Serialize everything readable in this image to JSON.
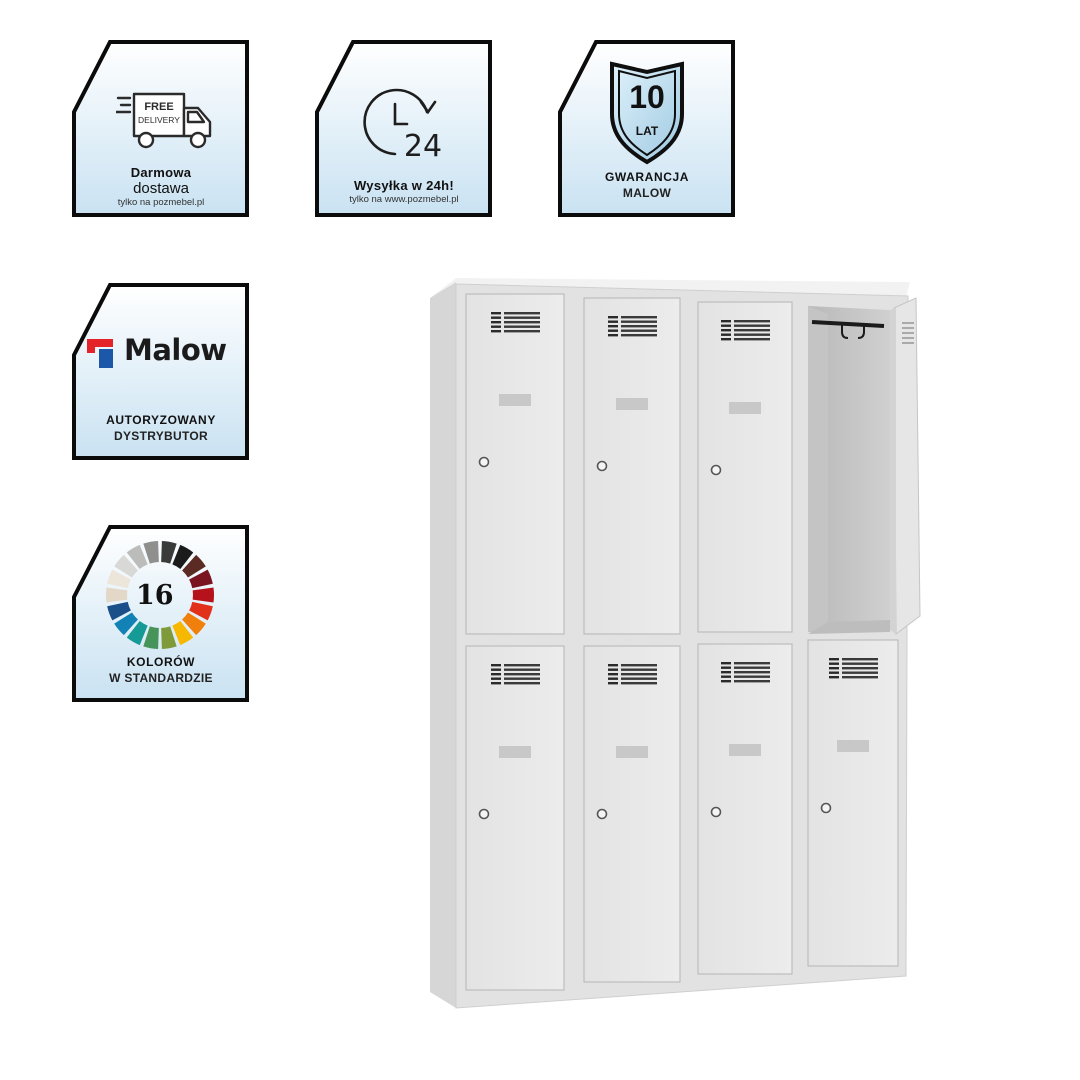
{
  "badges": {
    "delivery": {
      "icon_text_1": "FREE",
      "icon_text_2": "DELIVERY",
      "line1": "Darmowa",
      "line2": "dostawa",
      "line3": "tylko na pozmebel.pl",
      "icon": "delivery-truck-icon"
    },
    "shipping": {
      "icon_number": "24",
      "line1": "Wysyłka w 24h!",
      "line2": "tylko na www.pozmebel.pl",
      "icon": "clock-icon"
    },
    "warranty": {
      "number": "10",
      "unit": "LAT",
      "line1": "GWARANCJA",
      "line2": "MALOW",
      "icon": "shield-icon"
    },
    "distributor": {
      "brand": "Malow",
      "line1": "AUTORYZOWANY",
      "line2": "DYSTRYBUTOR",
      "icon": "malow-logo-icon"
    },
    "colors": {
      "number": "16",
      "line1": "KOLORÓW",
      "line2": "W STANDARDZIE",
      "icon": "color-wheel-icon",
      "wheel_colors": [
        "#3a3a3a",
        "#1b1b1b",
        "#5b2a22",
        "#7a1421",
        "#b5121b",
        "#e2311a",
        "#f07f0b",
        "#f6b800",
        "#7f9a3b",
        "#46945a",
        "#159a96",
        "#1282b6",
        "#1b4f8a",
        "#e3d7c7",
        "#ece6da",
        "#d8d8d6",
        "#bcbcba",
        "#8f8f8d"
      ]
    }
  },
  "colors": {
    "badge_border": "#0b0b0b",
    "badge_fill_top": "#ffffff",
    "badge_fill_bottom": "#c9e2f2",
    "locker_body": "#e4e4e4",
    "locker_door": "#e9e9e9",
    "locker_side": "#d9d9d9",
    "malow_red": "#e32327",
    "malow_blue": "#1d57a7"
  },
  "product": {
    "icon": "metal-locker-cabinet",
    "compartments": 8,
    "open_doors": 1
  }
}
